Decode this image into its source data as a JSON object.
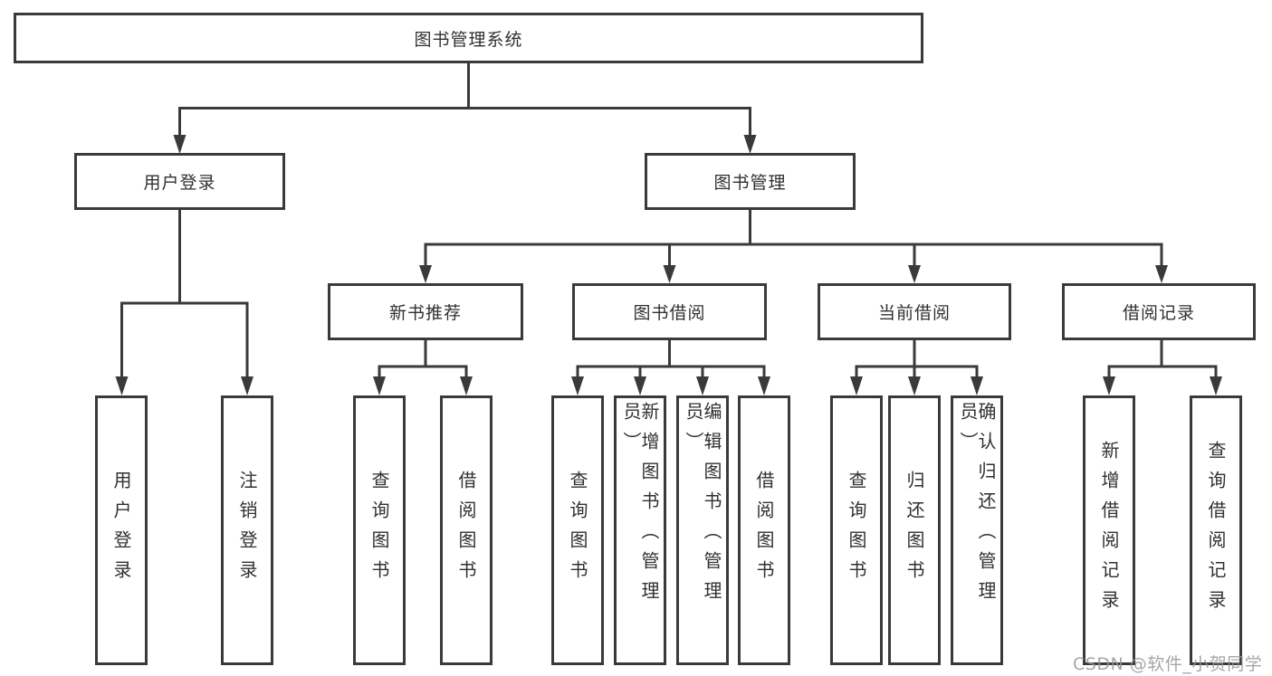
{
  "tree": {
    "root": {
      "label": "图书管理系统"
    },
    "level2": [
      {
        "label": "用户登录",
        "children": [
          {
            "label": "用户登录"
          },
          {
            "label": "注销登录"
          }
        ]
      },
      {
        "label": "图书管理",
        "children": [
          {
            "label": "新书推荐",
            "children": [
              {
                "label": "查询图书"
              },
              {
                "label": "借阅图书"
              }
            ]
          },
          {
            "label": "图书借阅",
            "children": [
              {
                "label": "查询图书"
              },
              {
                "label": "新增图书（管理员）"
              },
              {
                "label": "编辑图书（管理员）"
              },
              {
                "label": "借阅图书"
              }
            ]
          },
          {
            "label": "当前借阅",
            "children": [
              {
                "label": "查询图书"
              },
              {
                "label": "归还图书"
              },
              {
                "label": "确认归还（管理员）"
              }
            ]
          },
          {
            "label": "借阅记录",
            "children": [
              {
                "label": "新增借阅记录"
              },
              {
                "label": "查询借阅记录"
              }
            ]
          }
        ]
      }
    ]
  },
  "watermark": "CSDN @软件_小贺同学",
  "colors": {
    "line": "#3a3a3a",
    "box_border": "#3a3a3a",
    "box_background": "#ffffff",
    "text": "#303030",
    "watermark": "#969696"
  }
}
